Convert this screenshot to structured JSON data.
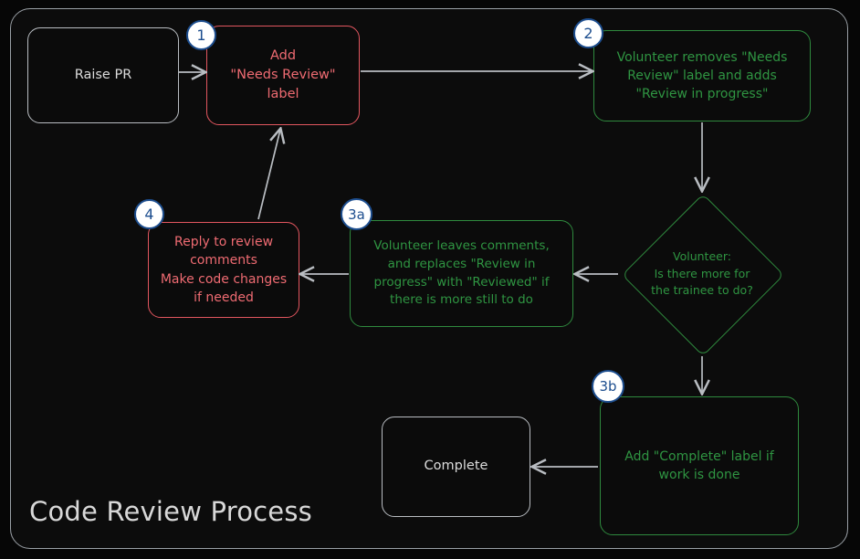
{
  "diagram": {
    "title": "Code Review Process",
    "colors": {
      "page_background": "#060606",
      "frame_background": "#0c0c0c",
      "frame_border": "#9aa0a6",
      "neutral": "#dcdcdc",
      "red": "#ef6b72",
      "green": "#2f9542",
      "badge_fill": "#ffffff",
      "badge_stroke": "#1d4e8f",
      "edge": "#b9bdc2"
    },
    "nodes": [
      {
        "id": "raise-pr",
        "label": "Raise PR",
        "color": "neutral",
        "shape": "rounded-rect",
        "badge": null
      },
      {
        "id": "add-needs-review",
        "label": "Add\n\"Needs Review\"\nlabel",
        "color": "red",
        "shape": "rounded-rect",
        "badge": "1"
      },
      {
        "id": "volunteer-removes",
        "label": "Volunteer removes \"Needs\nReview\" label and adds\n\"Review in progress\"",
        "color": "green",
        "shape": "rounded-rect",
        "badge": "2"
      },
      {
        "id": "decision-more-work",
        "label": "Volunteer:\nIs there more for\nthe trainee to do?",
        "color": "green",
        "shape": "diamond",
        "badge": null
      },
      {
        "id": "volunteer-leaves-comments",
        "label": "Volunteer leaves comments,\nand replaces \"Review in\nprogress\" with \"Reviewed\" if\nthere is more still to do",
        "color": "green",
        "shape": "rounded-rect",
        "badge": "3a"
      },
      {
        "id": "reply-to-comments",
        "label": "Reply to review\ncomments\nMake code changes\nif needed",
        "color": "red",
        "shape": "rounded-rect",
        "badge": "4"
      },
      {
        "id": "add-complete-label",
        "label": "Add \"Complete\" label if\nwork is done",
        "color": "green",
        "shape": "rounded-rect",
        "badge": "3b"
      },
      {
        "id": "complete",
        "label": "Complete",
        "color": "neutral",
        "shape": "rounded-rect",
        "badge": null
      }
    ],
    "badges": [
      {
        "id": "badge-1",
        "text": "1"
      },
      {
        "id": "badge-2",
        "text": "2"
      },
      {
        "id": "badge-3a",
        "text": "3a"
      },
      {
        "id": "badge-3b",
        "text": "3b"
      },
      {
        "id": "badge-4",
        "text": "4"
      }
    ],
    "edges": [
      {
        "id": "edge-raise-pr-to-add-label",
        "from": "raise-pr",
        "to": "add-needs-review"
      },
      {
        "id": "edge-add-label-to-volunteer",
        "from": "add-needs-review",
        "to": "volunteer-removes"
      },
      {
        "id": "edge-volunteer-to-decision",
        "from": "volunteer-removes",
        "to": "decision-more-work"
      },
      {
        "id": "edge-decision-to-leaves-comments",
        "from": "decision-more-work",
        "to": "volunteer-leaves-comments"
      },
      {
        "id": "edge-leaves-comments-to-reply",
        "from": "volunteer-leaves-comments",
        "to": "reply-to-comments"
      },
      {
        "id": "edge-reply-to-add-label",
        "from": "reply-to-comments",
        "to": "add-needs-review"
      },
      {
        "id": "edge-decision-to-add-complete",
        "from": "decision-more-work",
        "to": "add-complete-label"
      },
      {
        "id": "edge-add-complete-to-complete",
        "from": "add-complete-label",
        "to": "complete"
      }
    ]
  }
}
